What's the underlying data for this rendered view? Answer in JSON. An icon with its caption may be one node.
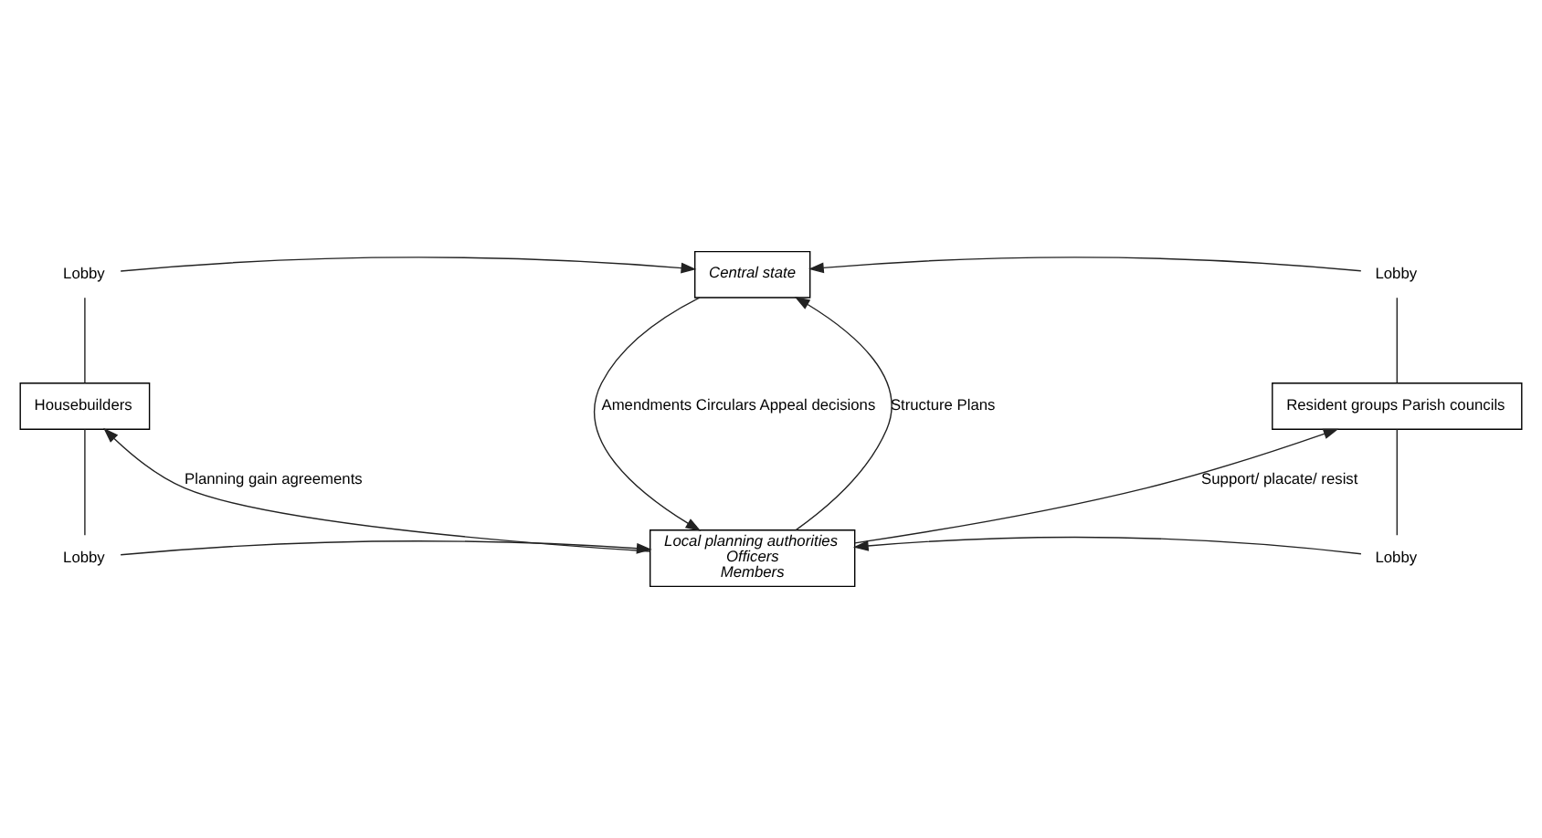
{
  "diagram": {
    "nodes": [
      {
        "text": [
          "Lobby"
        ]
      },
      {
        "text": [
          "Central state"
        ]
      },
      {
        "text": [
          "Lobby"
        ]
      },
      {
        "text": [
          "Housebuilders"
        ]
      },
      {
        "text": [
          "Resident groups Parish councils"
        ]
      },
      {
        "text": [
          "Local planning authorities",
          "Officers",
          "Members"
        ]
      },
      {
        "text": [
          "Lobby"
        ]
      },
      {
        "text": [
          "Lobby"
        ]
      }
    ],
    "edges": [
      {
        "from": 0,
        "to": 1,
        "arrow": "to"
      },
      {
        "from": 2,
        "to": 1,
        "arrow": "to"
      },
      {
        "from": 0,
        "to": 3,
        "arrow": "none"
      },
      {
        "from": 3,
        "to": 6,
        "arrow": "none"
      },
      {
        "from": 2,
        "to": 4,
        "arrow": "none"
      },
      {
        "from": 4,
        "to": 7,
        "arrow": "none"
      },
      {
        "from": 1,
        "to": 5,
        "arrow": "to",
        "label": "Amendments Circulars Appeal decisions"
      },
      {
        "from": 5,
        "to": 1,
        "arrow": "to",
        "label": "Structure Plans"
      },
      {
        "from": 5,
        "to": 3,
        "arrow": "to",
        "label": "Planning gain agreements"
      },
      {
        "from": 5,
        "to": 4,
        "arrow": "to",
        "label": "Support/ placate/ resist"
      },
      {
        "from": 6,
        "to": 5,
        "arrow": "to"
      },
      {
        "from": 7,
        "to": 5,
        "arrow": "to"
      }
    ]
  }
}
